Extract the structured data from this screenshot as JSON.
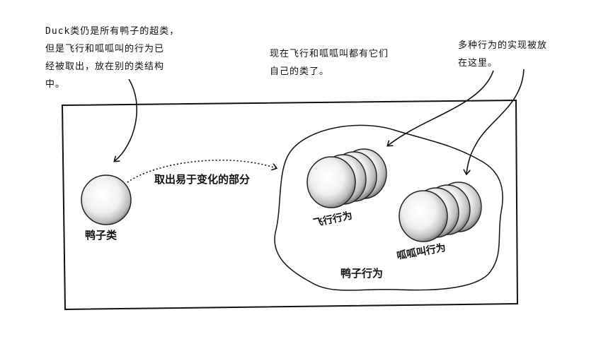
{
  "annotations": {
    "duck_note": "Duck类仍是所有鸭子的超类，\n但是飞行和呱呱叫的行为已\n经被取出，放在别的类结构\n中。",
    "own_class_note": "现在飞行和呱呱叫都有它们\n自己的类了。",
    "behaviors_note": "多种行为的实现被放\n在这里。"
  },
  "labels": {
    "duck_class": "鸭子类",
    "extract_arrow": "取出易于变化的部分",
    "fly_behavior": "飞行行为",
    "quack_behavior": "呱呱叫行为",
    "duck_behaviors": "鸭子行为"
  }
}
